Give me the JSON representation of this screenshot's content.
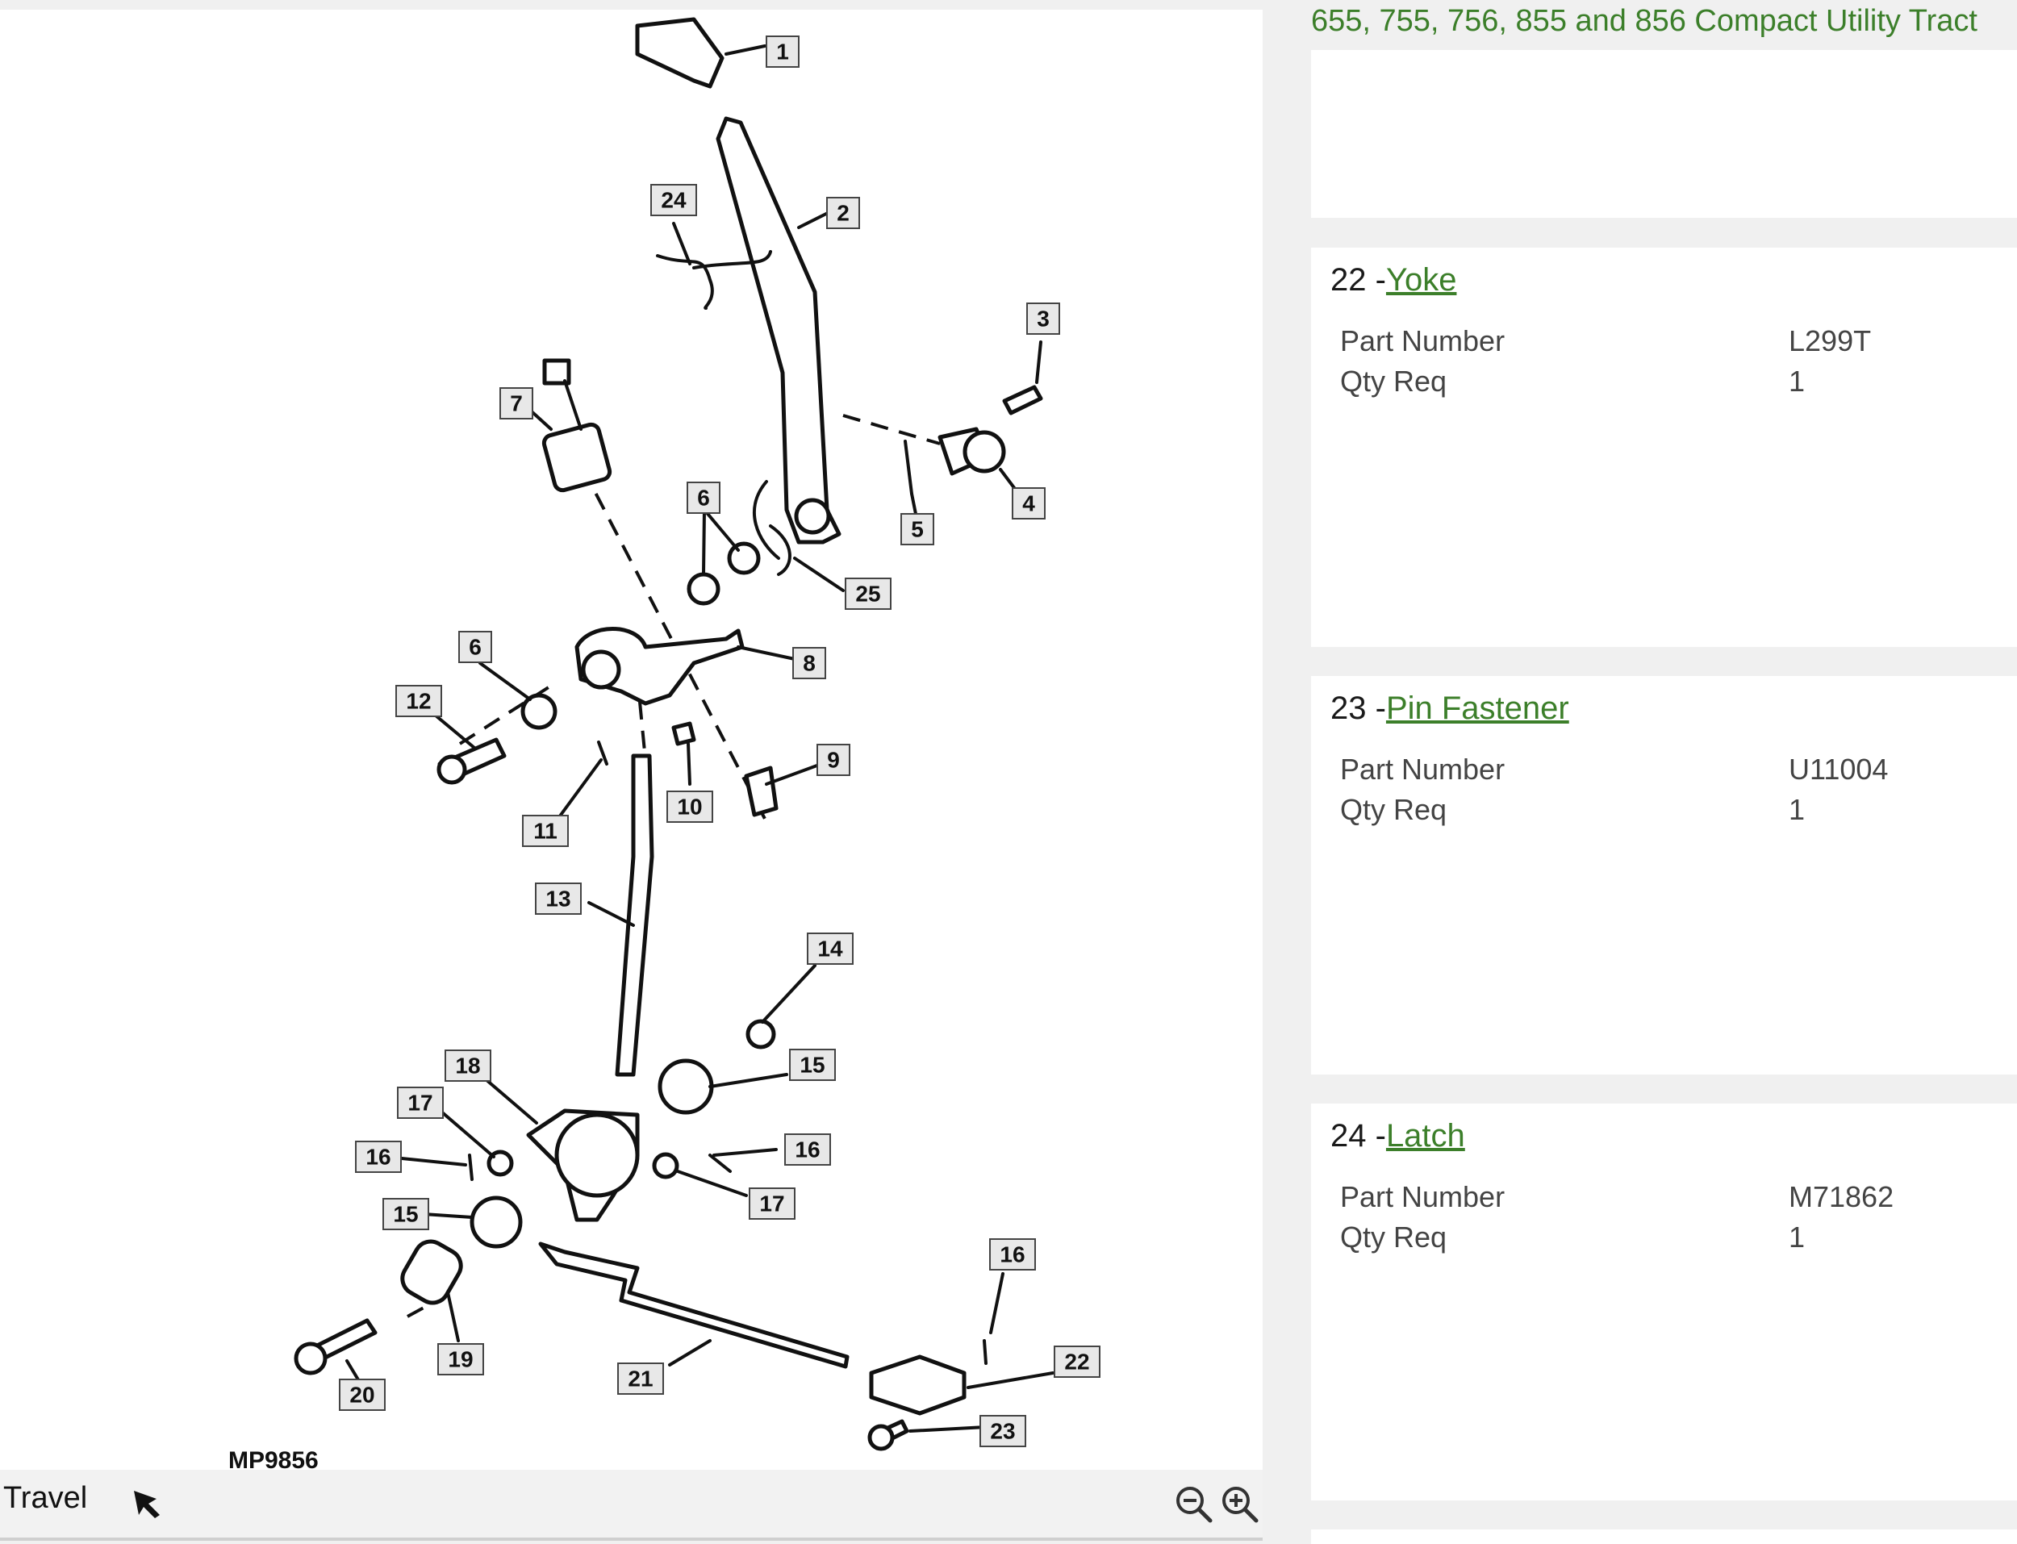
{
  "diagram": {
    "figure_id": "MP9856",
    "callouts": [
      "1",
      "2",
      "3",
      "4",
      "5",
      "6",
      "6",
      "7",
      "8",
      "9",
      "10",
      "11",
      "12",
      "13",
      "14",
      "15",
      "15",
      "16",
      "16",
      "16",
      "17",
      "17",
      "18",
      "19",
      "20",
      "21",
      "22",
      "23",
      "24",
      "25"
    ]
  },
  "toolbar": {
    "tool_label": "Travel",
    "pointer_icon": "cursor-arrow-icon",
    "zoom_out_icon": "zoom-out-icon",
    "zoom_in_icon": "zoom-in-icon"
  },
  "header": {
    "title": "655, 755, 756, 855 and 856 Compact Utility Tract"
  },
  "parts": [
    {
      "number": "22 -",
      "name": "Yoke",
      "part_number_label": "Part Number",
      "part_number": "L299T",
      "qty_label": "Qty Req",
      "qty": "1"
    },
    {
      "number": "23 -",
      "name": "Pin Fastener",
      "part_number_label": "Part Number",
      "part_number": "U11004",
      "qty_label": "Qty Req",
      "qty": "1"
    },
    {
      "number": "24 -",
      "name": "Latch",
      "part_number_label": "Part Number",
      "part_number": "M71862",
      "qty_label": "Qty Req",
      "qty": "1"
    }
  ],
  "colors": {
    "accent_green": "#3c7f2a",
    "panel_bg": "#ffffff",
    "page_bg": "#f0f0f0"
  }
}
